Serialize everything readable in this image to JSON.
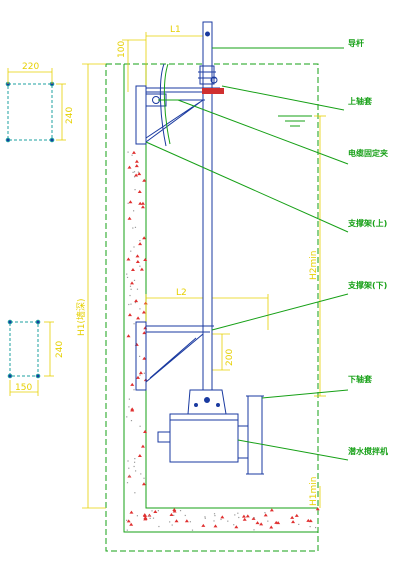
{
  "dimensions": {
    "top_width": "220",
    "top_height": "240",
    "bottom_height": "240",
    "bottom_width": "150",
    "top_offset": "100",
    "l1": "L1",
    "l2": "L2",
    "h1_wall": "H1(墙深)",
    "h2_min": "H2min",
    "h_200": "200",
    "h1_min": "H1min"
  },
  "labels": {
    "guide_rod": "导杆",
    "upper_bearing": "上轴套",
    "cable_clamp": "电缆固定夹",
    "bracket_upper": "支撑架(上)",
    "bracket_lower": "支撑架(下)",
    "lower_bearing": "下轴套",
    "mixer": "潜水搅拌机"
  },
  "colors": {
    "wall": "#16a016",
    "dimension": "#e6d000",
    "structure": "#1a3aa0",
    "concrete_dot": "#e03030",
    "accent": "#d03030"
  }
}
